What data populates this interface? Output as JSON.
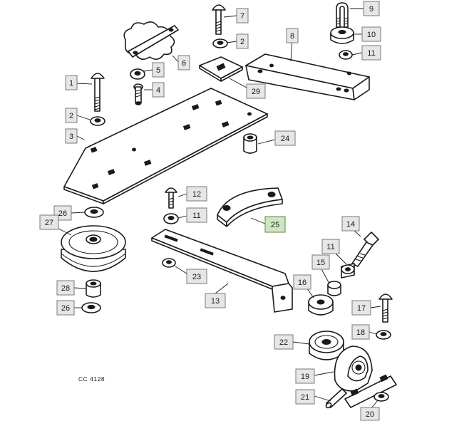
{
  "diagram_code": "CC 4128",
  "callouts": [
    {
      "label": "1"
    },
    {
      "label": "2"
    },
    {
      "label": "3"
    },
    {
      "label": "4"
    },
    {
      "label": "5"
    },
    {
      "label": "6"
    },
    {
      "label": "7"
    },
    {
      "label": "2"
    },
    {
      "label": "8"
    },
    {
      "label": "9"
    },
    {
      "label": "10"
    },
    {
      "label": "11"
    },
    {
      "label": "29"
    },
    {
      "label": "24"
    },
    {
      "label": "12"
    },
    {
      "label": "11"
    },
    {
      "label": "25"
    },
    {
      "label": "26"
    },
    {
      "label": "27"
    },
    {
      "label": "23"
    },
    {
      "label": "13"
    },
    {
      "label": "28"
    },
    {
      "label": "26"
    },
    {
      "label": "14"
    },
    {
      "label": "11"
    },
    {
      "label": "15"
    },
    {
      "label": "16"
    },
    {
      "label": "17"
    },
    {
      "label": "18"
    },
    {
      "label": "22"
    },
    {
      "label": "19"
    },
    {
      "label": "21"
    },
    {
      "label": "20"
    }
  ],
  "highlighted_callout": "25"
}
